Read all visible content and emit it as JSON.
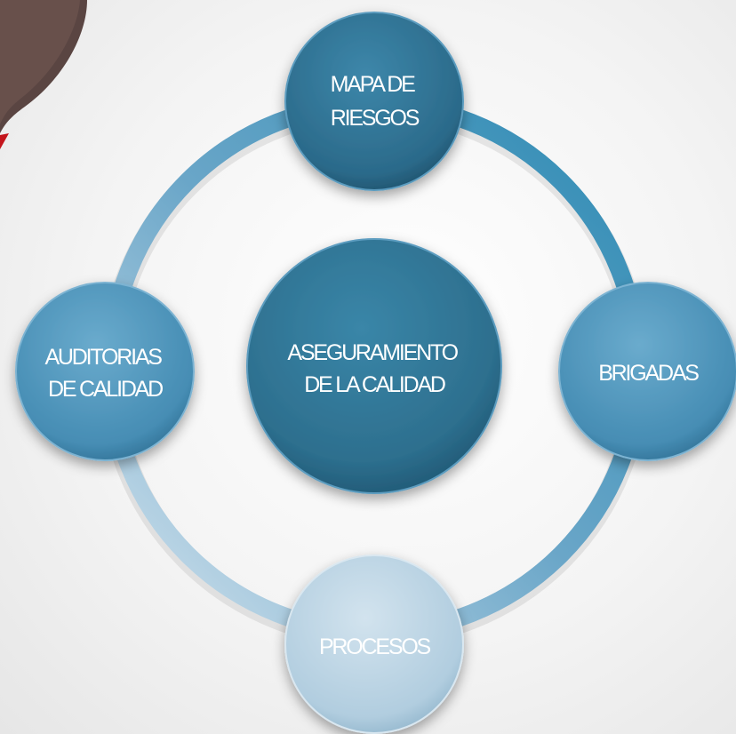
{
  "center": {
    "lines": [
      "ASEGURAMIENTO",
      "DE LA CALIDAD"
    ]
  },
  "nodes": {
    "top": {
      "lines": [
        "MAPA DE",
        "RIESGOS"
      ]
    },
    "right": {
      "lines": [
        "BRIGADAS"
      ]
    },
    "bottom": {
      "lines": [
        "PROCESOS"
      ]
    },
    "left": {
      "lines": [
        "AUDITORIAS",
        "DE CALIDAD"
      ]
    }
  },
  "colors": {
    "ring_dark": "#2e8db5",
    "ring_light": "#c6dbe7",
    "center_fill": "#2f7494",
    "node_top": "#2c6f8f",
    "node_right": "#4b93b8",
    "node_left": "#4a92b8",
    "node_bottom": "#b3cfdf",
    "corner_accent": "#c4151c"
  }
}
